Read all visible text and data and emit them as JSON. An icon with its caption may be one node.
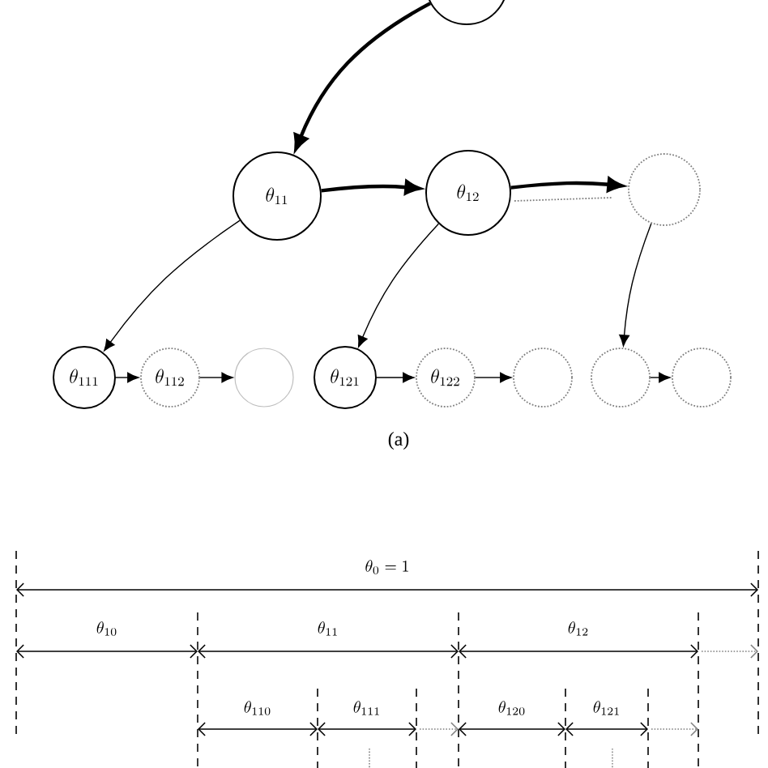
{
  "diagram": {
    "nodes": [
      {
        "text": [],
        "shape": "circle"
      },
      {
        "text": [
          "\\theta_{11}"
        ]
      },
      {
        "text": [
          "\\theta_{12}"
        ]
      },
      {
        "text": [],
        "shape": "circle"
      },
      {
        "text": [
          "\\theta_{111}"
        ]
      },
      {
        "text": [
          "\\theta_{112}"
        ]
      },
      {
        "text": [],
        "shape": "circle"
      },
      {
        "text": [
          "\\theta_{121}"
        ]
      },
      {
        "text": [
          "\\theta_{122}"
        ]
      },
      {
        "text": [],
        "shape": "circle"
      },
      {
        "text": [],
        "shape": "circle"
      },
      {
        "text": [],
        "shape": "circle"
      }
    ],
    "edges": [
      {
        "from": 0,
        "to": 1,
        "arrow": "to",
        "style": "thick"
      },
      {
        "from": 1,
        "to": 2,
        "arrow": "to",
        "style": "thick"
      },
      {
        "from": 2,
        "to": 3,
        "arrow": "to",
        "style": "thick"
      },
      {
        "from": 2,
        "to": 3,
        "arrow": "none",
        "style": "dashed",
        "color": "#808080"
      },
      {
        "from": 1,
        "to": 4,
        "arrow": "to"
      },
      {
        "from": 2,
        "to": 7,
        "arrow": "to"
      },
      {
        "from": 3,
        "to": 10,
        "arrow": "to"
      },
      {
        "from": 4,
        "to": 5,
        "arrow": "to"
      },
      {
        "from": 5,
        "to": 6,
        "arrow": "to"
      },
      {
        "from": 7,
        "to": 8,
        "arrow": "to"
      },
      {
        "from": 8,
        "to": 9,
        "arrow": "to"
      },
      {
        "from": 10,
        "to": 11,
        "arrow": "to"
      }
    ],
    "labels": [
      "(a)",
      "\\theta_0 = 1",
      "\\theta_{10}",
      "\\theta_{11}",
      "\\theta_{12}",
      "\\theta_{110}",
      "\\theta_{111}",
      "\\theta_{120}",
      "\\theta_{121}"
    ]
  }
}
